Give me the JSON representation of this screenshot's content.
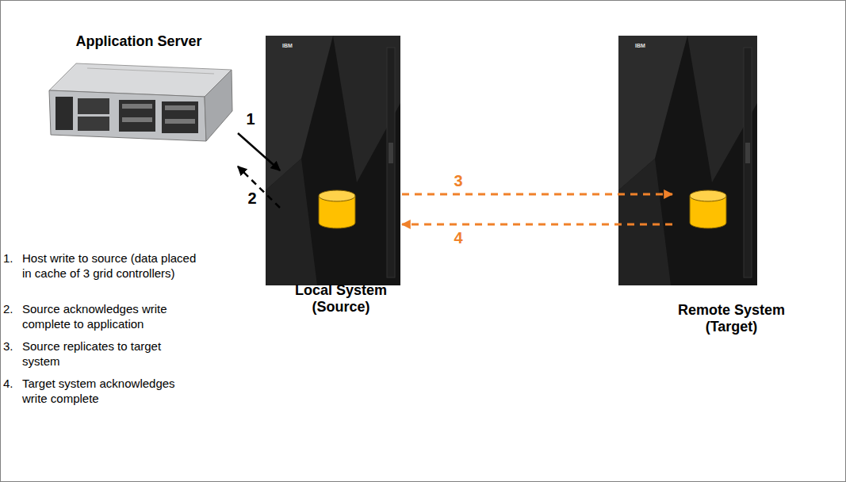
{
  "diagram": {
    "nodes": [
      {
        "text": [
          "Application Server"
        ]
      },
      {
        "text": [
          "Local System (Source)"
        ]
      },
      {
        "text": [
          "Remote System (Target)"
        ]
      }
    ],
    "edges": [
      {
        "from": 0,
        "to": 1,
        "label": "1",
        "arrow": "to"
      },
      {
        "from": 1,
        "to": 0,
        "label": "2",
        "arrow": "to"
      },
      {
        "from": 1,
        "to": 2,
        "label": "3",
        "arrow": "to"
      },
      {
        "from": 2,
        "to": 1,
        "label": "4",
        "arrow": "to"
      }
    ],
    "labels": [
      "1.",
      "Host write to source (data placed in cache of 3 grid controllers)",
      "2.",
      "Source acknowledges write complete to application",
      "3.",
      "Source replicates to target system",
      "4.",
      "Target system acknowledges write complete",
      "IBM",
      "IBM"
    ]
  }
}
